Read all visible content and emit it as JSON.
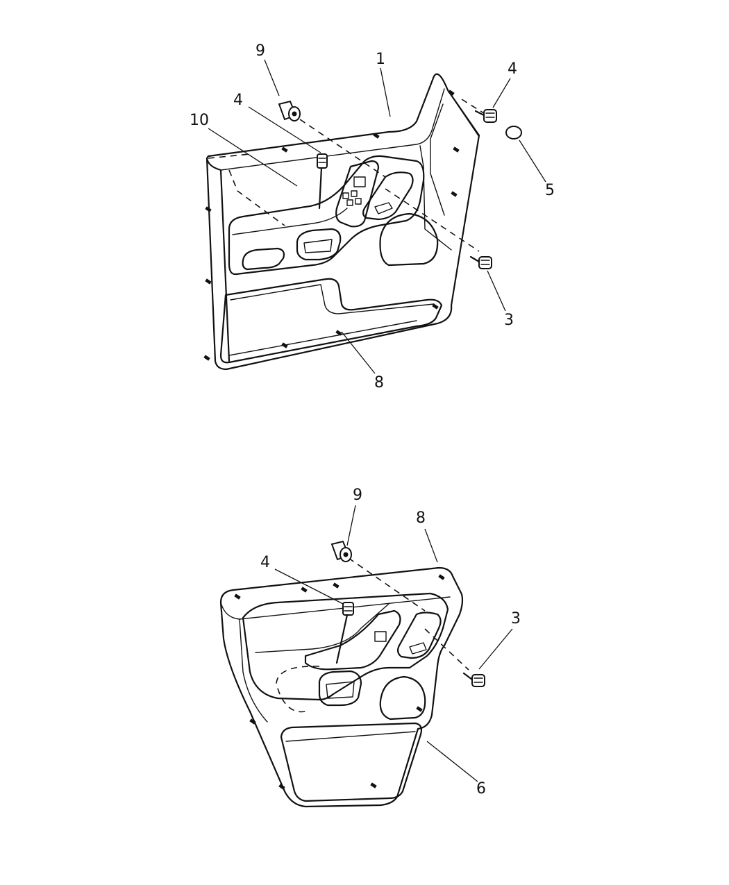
{
  "callouts": {
    "front_1": "1",
    "front_3": "3",
    "front_4_left": "4",
    "front_4_right": "4",
    "front_5": "5",
    "front_8": "8",
    "front_9": "9",
    "front_10": "10",
    "rear_3": "3",
    "rear_4": "4",
    "rear_6": "6",
    "rear_8": "8",
    "rear_9": "9"
  }
}
